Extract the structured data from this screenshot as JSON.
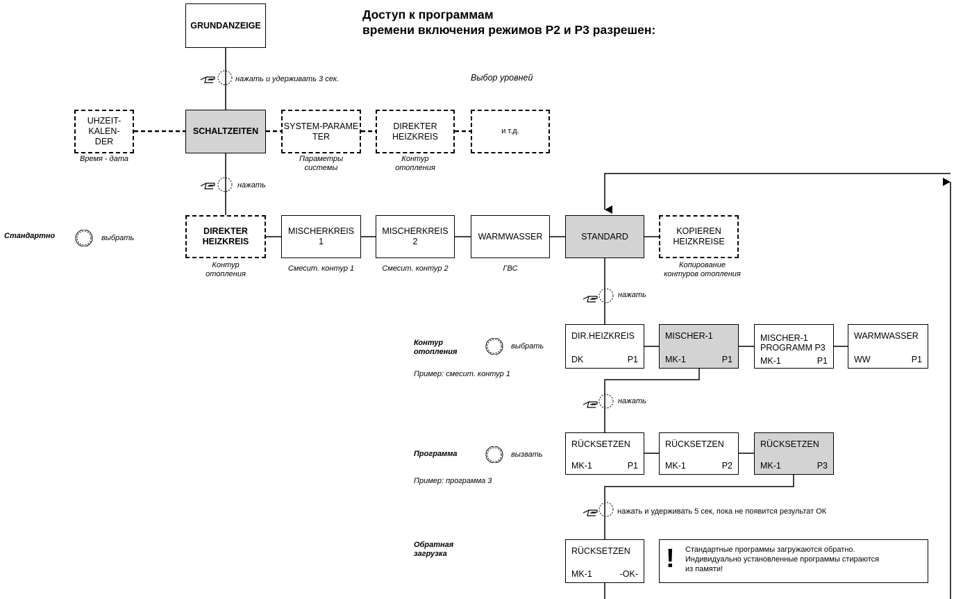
{
  "title": {
    "line1": "Доступ к программам",
    "line2": "времени включения режимов P2 и P3 разрешен:"
  },
  "level_select_label": "Выбор уровней",
  "top_box": "GRUNDANZEIGE",
  "level_row": [
    {
      "label": "UHZEIT-KALEN-\nDER",
      "caption": "Время - дата",
      "style": "dashed"
    },
    {
      "label": "SCHALTZEITEN",
      "caption": "",
      "style": "gray"
    },
    {
      "label": "SYSTEM-PARAME\nTER",
      "caption": "Параметры\nсистемы",
      "style": "dashed"
    },
    {
      "label": "DIREKTER\nHEIZKREIS",
      "caption": "Контур\nотопления",
      "style": "dashed"
    },
    {
      "label": "и т.д.",
      "caption": "",
      "style": "dashed"
    }
  ],
  "circuit_row": [
    {
      "label": "DIREKTER\nHEIZKREIS",
      "caption": "Контур\nотопления",
      "style": "dashed"
    },
    {
      "label": "MISCHERKREIS\n1",
      "caption": "Смесит. контур 1",
      "style": "solid"
    },
    {
      "label": "MISCHERKREIS\n2",
      "caption": "Смесит. контур 2",
      "style": "solid"
    },
    {
      "label": "WARMWASSER",
      "caption": "ГВС",
      "style": "solid"
    },
    {
      "label": "STANDARD",
      "caption": "",
      "style": "gray"
    },
    {
      "label": "KOPIEREN\nHEIZKREISE",
      "caption": "Копирование\nконтуров отопления",
      "style": "dashed"
    }
  ],
  "actions": {
    "press_hold_3": "нажать и удерживать 3 сек.",
    "press": "нажать",
    "select": "выбрать",
    "call": "вызвать",
    "press_hold_5": "нажать и удерживать 5 сек, пока не появится результат ОК"
  },
  "left_labels": {
    "standard": "Стандартно",
    "circuit": "Контур\nотопления",
    "circuit_example": "Пример: смесит. контур 1",
    "program": "Программа",
    "program_example": "Пример: программа 3",
    "reload": "Обратная\nзагрузка"
  },
  "heating_row": [
    {
      "top": "DIR.HEIZKREIS",
      "left": "DK",
      "right": "P1",
      "style": "solid"
    },
    {
      "top": "MISCHER-1",
      "left": "MK-1",
      "right": "P1",
      "style": "gray"
    },
    {
      "top": "MISCHER-1\nPROGRAMM P3",
      "left": "MK-1",
      "right": "P1",
      "style": "solid"
    },
    {
      "top": "WARMWASSER",
      "left": "WW",
      "right": "P1",
      "style": "solid"
    }
  ],
  "program_row": [
    {
      "top": "RÜCKSETZEN",
      "left": "MK-1",
      "right": "P1",
      "style": "solid"
    },
    {
      "top": "RÜCKSETZEN",
      "left": "MK-1",
      "right": "P2",
      "style": "solid"
    },
    {
      "top": "RÜCKSETZEN",
      "left": "MK-1",
      "right": "P3",
      "style": "gray"
    }
  ],
  "reset_box": {
    "top": "RÜCKSETZEN",
    "left": "MK-1",
    "right": "-OK-"
  },
  "note": {
    "mark": "!",
    "text": "Стандартные программы загружаются обратно.\nИндивидуально установленные программы стираются\nиз памяти!"
  }
}
